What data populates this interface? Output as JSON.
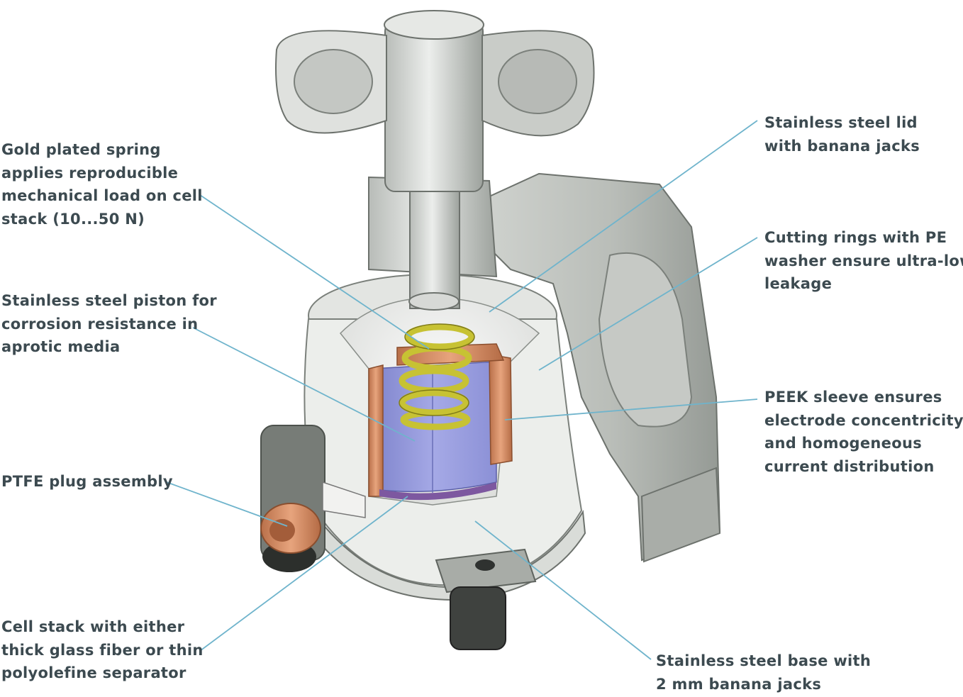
{
  "colors": {
    "leader_line": "#6fb4cc",
    "text": "#3c4a50",
    "steel": "#c9ccc8",
    "steel_dark": "#8f9590",
    "spring": "#c7c233",
    "peek": "#8c8fd6",
    "copper": "#cf8a60"
  },
  "labels": {
    "spring": [
      "Gold plated spring",
      "applies reproducible",
      "mechanical load on cell",
      "stack (10...50 N)"
    ],
    "piston": [
      "Stainless steel piston for",
      "corrosion resistance in",
      "aprotic media"
    ],
    "ptfe": [
      "PTFE plug assembly"
    ],
    "stack": [
      "Cell stack with either",
      "thick glass fiber or thin",
      "polyolefine separator"
    ],
    "lid": [
      "Stainless steel lid",
      "with banana jacks"
    ],
    "rings": [
      "Cutting rings with PE",
      "washer ensure ultra-low",
      "leakage"
    ],
    "peek": [
      "PEEK sleeve ensures",
      "electrode concentricity",
      "and homogeneous",
      "current distribution"
    ],
    "base": [
      "Stainless steel base with",
      "2 mm banana jacks"
    ]
  }
}
